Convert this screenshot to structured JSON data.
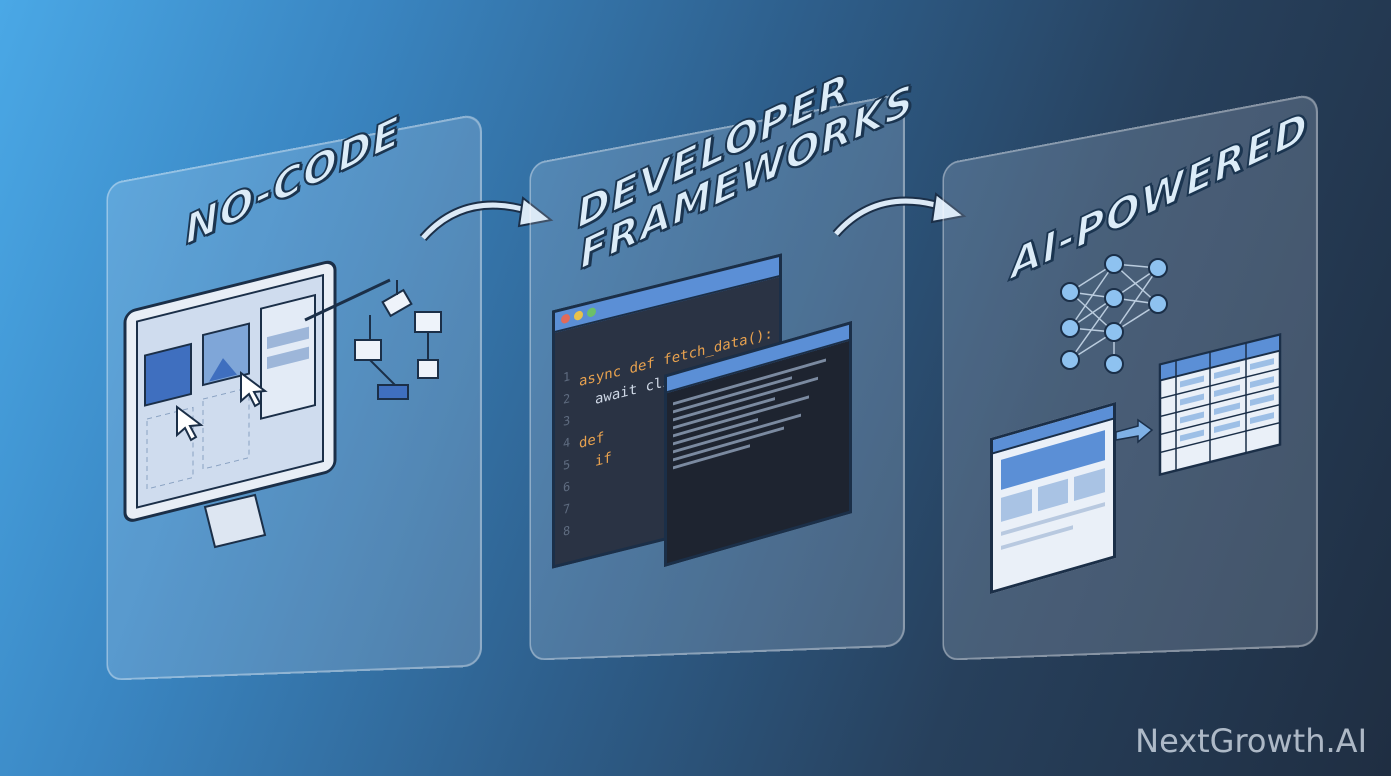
{
  "stages": [
    {
      "label": "NO-CODE"
    },
    {
      "label_line1": "DEVELOPER",
      "label_line2": "FRAMEWORKS"
    },
    {
      "label": "AI-POWERED"
    }
  ],
  "code_window": {
    "line_numbers": [
      "1",
      "2",
      "3",
      "4",
      "5",
      "6",
      "7",
      "8"
    ],
    "line1": "async def fetch_data():",
    "line2": "await client.get(url)",
    "line3": "def",
    "line4": "if"
  },
  "watermark": "NextGrowth.AI",
  "colors": {
    "accent": "#5b8fd6",
    "panel_border": "#ffffff",
    "label_fill": "#dcecf8",
    "label_stroke": "#1b3550"
  }
}
